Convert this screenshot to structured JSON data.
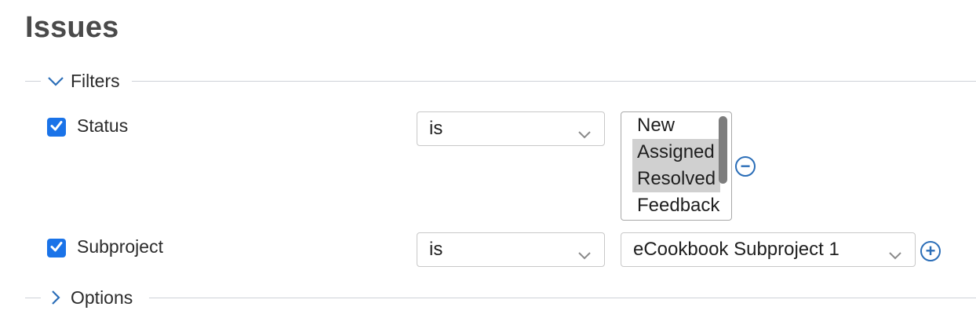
{
  "page": {
    "title": "Issues"
  },
  "filters": {
    "legend": "Filters",
    "rows": [
      {
        "field": "Status",
        "checked": true,
        "operator": "is",
        "values": [
          "New",
          "Assigned",
          "Resolved",
          "Feedback"
        ],
        "selected": [
          "Assigned",
          "Resolved"
        ],
        "remove_label": "−"
      },
      {
        "field": "Subproject",
        "checked": true,
        "operator": "is",
        "value": "eCookbook Subproject 1",
        "add_label": "+"
      }
    ]
  },
  "options": {
    "legend": "Options"
  },
  "colors": {
    "accent": "#1a73e8",
    "link": "#2b6eb8",
    "selected_bg": "#d0d0d0"
  },
  "icons": {
    "checkbox": "checkmark-icon",
    "legend_expanded": "chevron-down-icon",
    "legend_collapsed": "chevron-right-icon",
    "select": "chevron-down-icon"
  }
}
